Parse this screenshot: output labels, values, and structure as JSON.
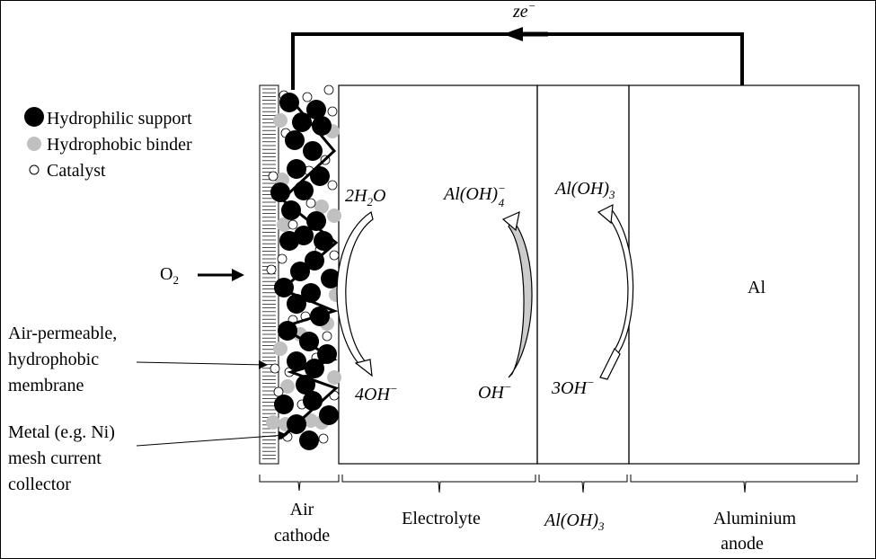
{
  "electron_label": {
    "main": "ze",
    "sup": "−"
  },
  "legend": [
    {
      "label": "Hydrophilic support",
      "marker": "black-dot"
    },
    {
      "label": "Hydrophobic binder",
      "marker": "grey-dot"
    },
    {
      "label": "Catalyst",
      "marker": "white-dot"
    }
  ],
  "oxygen_label": {
    "main": "O",
    "sub": "2"
  },
  "membrane_label": [
    "Air-permeable,",
    "hydrophobic",
    "membrane"
  ],
  "collector_label": [
    "Metal (e.g. Ni)",
    "mesh current",
    "collector"
  ],
  "reactions": {
    "water": {
      "main": "2H",
      "sub": "2",
      "tail": "O"
    },
    "hydroxide4": {
      "main": "4OH",
      "sup": "−"
    },
    "aluminate": {
      "main": "Al(OH)",
      "sup": "−",
      "sub": "4"
    },
    "hydroxide": {
      "main": "OH",
      "sup": "−"
    },
    "hydroxide_top": {
      "main": "Al(OH)",
      "sub": "3"
    },
    "hydroxide3": {
      "main": "3OH",
      "sup": "−"
    }
  },
  "anode_label": "Al",
  "regions": {
    "cathode": [
      "Air",
      "cathode"
    ],
    "electrolyte": "Electrolyte",
    "layer": {
      "main": "Al(OH)",
      "sub": "3"
    },
    "anode": [
      "Aluminium",
      "anode"
    ]
  },
  "colors": {
    "black": "#000000",
    "grey": "#c0c0c0",
    "white": "#ffffff"
  }
}
